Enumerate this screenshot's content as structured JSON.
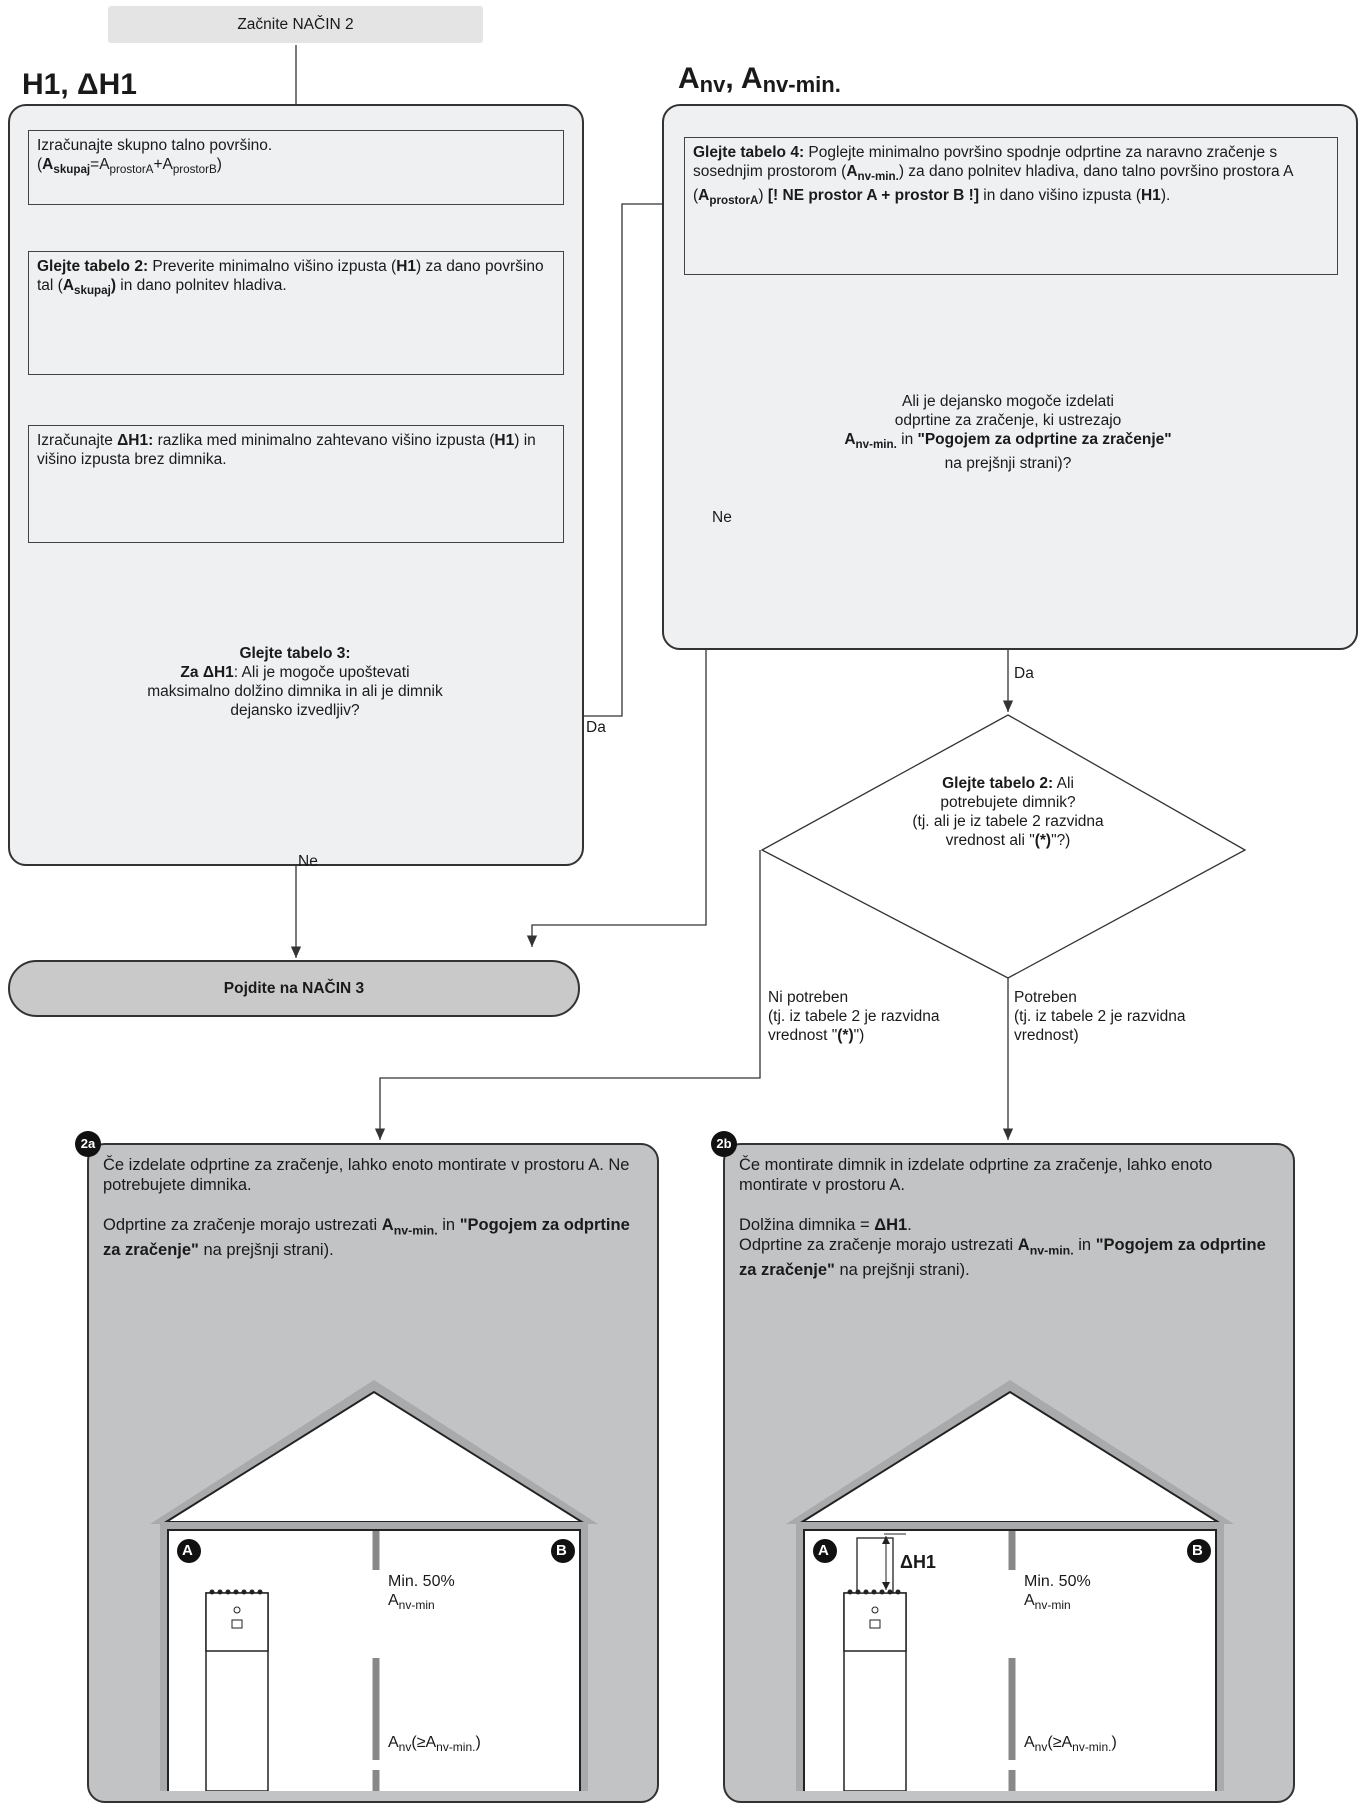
{
  "start_label": "Začnite NAČIN 2",
  "left_heading": "H1, ΔH1",
  "right_heading": {
    "main": "A",
    "sub1": "nv",
    "sep": ", A",
    "sub2": "nv-min."
  },
  "step1": {
    "line1": "Izračunajte skupno talno površino.",
    "f1": "(",
    "f2": "A",
    "f3": "skupaj",
    "f4": "=A",
    "f5": "prostorA",
    "f6": "+A",
    "f7": "prostorB",
    "f8": ")"
  },
  "step2": {
    "bold": "Glejte tabelo 2:",
    "t1": " Preverite minimalno višino izpusta (",
    "b1": "H1",
    "t2": ") za dano površino tal (",
    "b2": "A",
    "b2sub": "skupaj",
    "b3": ")",
    "t3": " in dano polnitev hladiva."
  },
  "step3": {
    "t1": "Izračunajte ",
    "b1": "ΔH1:",
    "t2": " razlika med minimalno zahtevano višino izpusta (",
    "b2": "H1",
    "t3": ") in višino izpusta brez dimnika."
  },
  "decision1": {
    "line1": "Glejte tabelo 3:",
    "b2": "Za ΔH1",
    "line2": ": Ali je mogoče upoštevati",
    "line3": "maksimalno dolžino dimnika in ali je dimnik",
    "line4": "dejansko izvedljiv?"
  },
  "label_da1": "Da",
  "label_ne1": "Ne",
  "goto3": "Pojdite na NAČIN 3",
  "step4": {
    "bold": "Glejte tabelo 4:",
    "t1": " Poglejte minimalno površino spodnje odprtine za naravno zračenje s sosednjim prostorom (",
    "b1": "A",
    "b1sub": "nv-min.",
    "t2": ") za dano polnitev hladiva, dano talno površino prostora A (",
    "b2": "A",
    "b2sub": "prostorA",
    "t3": ") ",
    "b3": "[! NE prostor A + prostor B !]",
    "t4": " in dano višino izpusta (",
    "b4": "H1",
    "t5": ")."
  },
  "decision2": {
    "line1": "Ali je dejansko mogoče izdelati",
    "line2": "odprtine za zračenje, ki ustrezajo",
    "b1": "A",
    "b1sub": "nv-min.",
    "t1": " in ",
    "b2": "\"Pogojem za odprtine za zračenje\"",
    "line4": "na prejšnji strani)?"
  },
  "label_ne2": "Ne",
  "label_da2": "Da",
  "decision3": {
    "bold": "Glejte tabelo 2:",
    "t1": " Ali",
    "line2": "potrebujete dimnik?",
    "line3": "(tj. ali je iz tabele 2 razvidna",
    "line4a": "vrednost ali \"",
    "line4b": "(*)",
    "line4c": "\"?)"
  },
  "branch_left": {
    "line1": "Ni potreben",
    "line2": "(tj. iz tabele 2 je razvidna",
    "line3a": "vrednost \"",
    "line3b": "(*)",
    "line3c": "\")"
  },
  "branch_right": {
    "line1": "Potreben",
    "line2": "(tj. iz tabele 2 je razvidna",
    "line3": "vrednost)"
  },
  "outcome_2a": {
    "badge": "2a",
    "p1": "Če izdelate odprtine za zračenje, lahko enoto montirate v prostoru A. Ne potrebujete dimnika.",
    "p2a": "Odprtine za zračenje morajo ustrezati ",
    "p2b": "A",
    "p2bsub": "nv-min.",
    "p2c": " in ",
    "p2d": "\"Pogojem za odprtine za zračenje\"",
    "p2e": " na prejšnji strani)."
  },
  "outcome_2b": {
    "badge": "2b",
    "p1": "Če montirate dimnik in izdelate odprtine za zračenje, lahko enoto montirate v prostoru A.",
    "p2a": "Dolžina dimnika = ",
    "p2b": "ΔH1",
    "p2c": ".",
    "p3a": "Odprtine za zračenje morajo ustrezati ",
    "p3b": "A",
    "p3bsub": "nv-min.",
    "p3c": " in ",
    "p3d": "\"Pogojem za odprtine za zračenje\"",
    "p3e": " na prejšnji strani)."
  },
  "room": {
    "label_a": "A",
    "label_b": "B",
    "min_text": "Min. 50%",
    "anv_min": "A",
    "anv_min_sub": "nv-min",
    "anv": "A",
    "anv_sub": "nv",
    "anv_ge": "(≥A",
    "anv_ge_sub": "nv-min.",
    "anv_close": ")",
    "dh1": "ΔH1"
  }
}
